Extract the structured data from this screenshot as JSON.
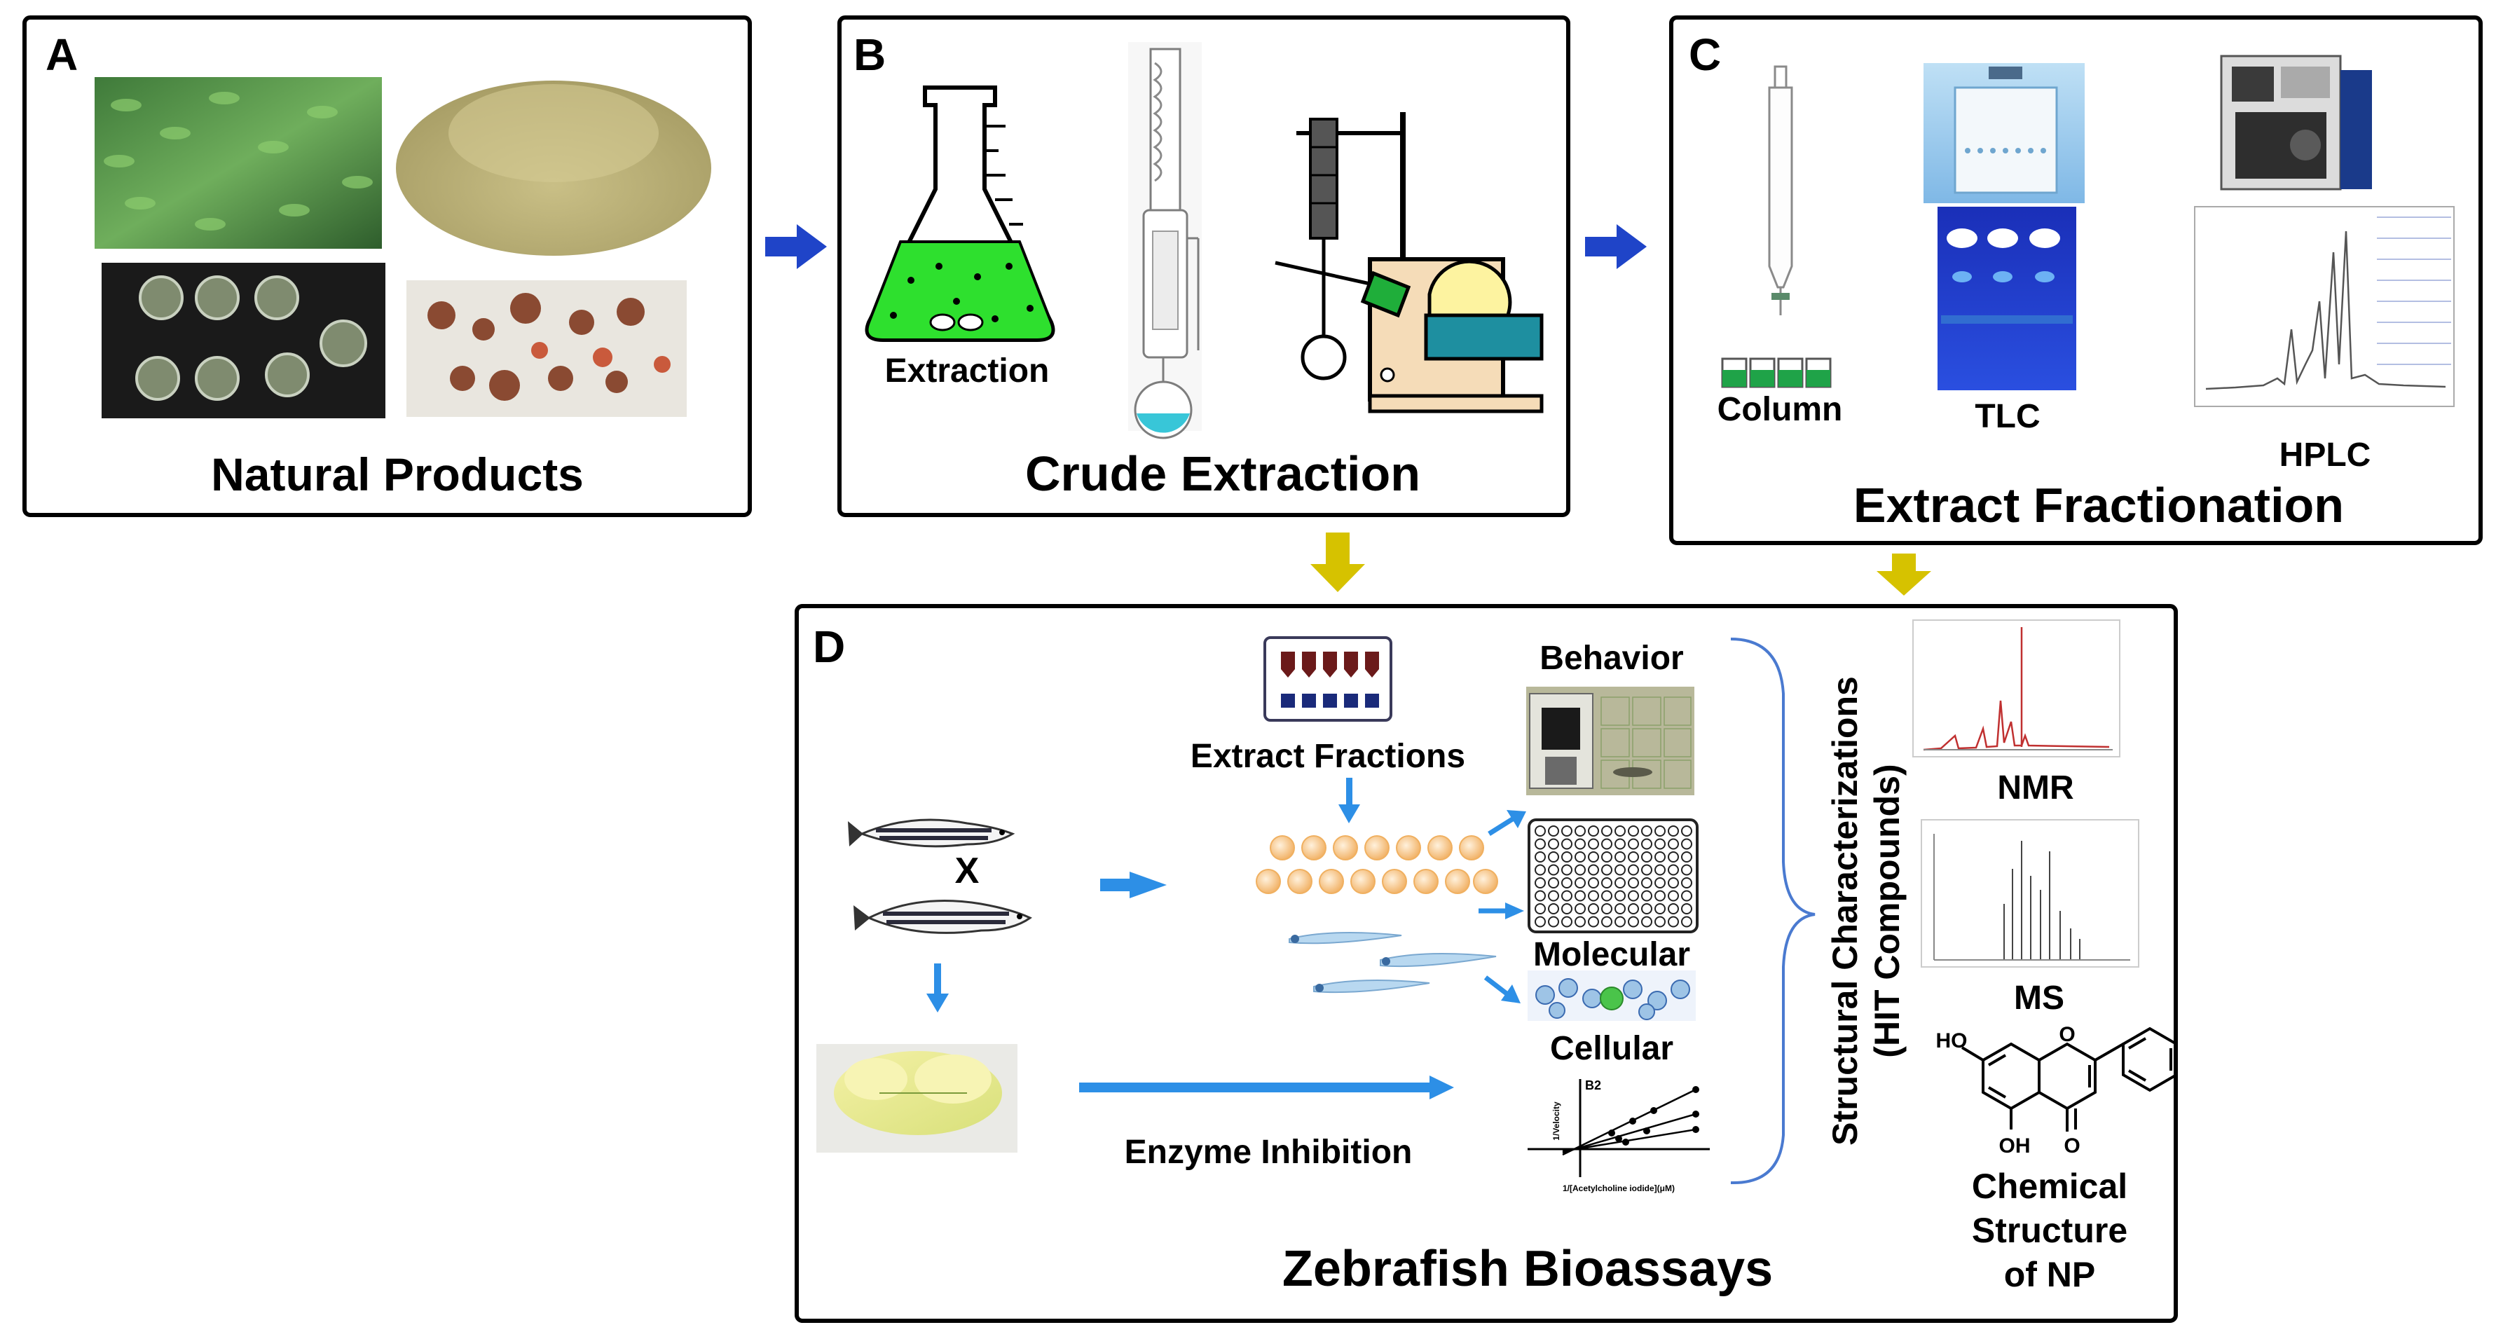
{
  "panels": {
    "a": {
      "letter": "A",
      "title": "Natural Products",
      "images": [
        "plant-leaves-photo",
        "herbal-powder-photo",
        "culture-plates-photo",
        "dried-material-photo"
      ]
    },
    "b": {
      "letter": "B",
      "title": "Crude Extraction",
      "flask_label": "Extraction",
      "images": [
        "erlenmeyer-flask-icon",
        "soxhlet-extractor-icon",
        "rotary-evaporator-icon"
      ]
    },
    "c": {
      "letter": "C",
      "title": "Extract Fractionation",
      "column_label": "Column",
      "tlc_label": "TLC",
      "hplc_label": "HPLC",
      "images": [
        "chromatography-column-icon",
        "tlc-chamber-photo",
        "tlc-plate-uv-photo",
        "hplc-instrument-photo",
        "hplc-chromatogram"
      ]
    },
    "d": {
      "letter": "D",
      "title": "Zebrafish Bioassays",
      "fractions_label": "Extract Fractions",
      "cross_label": "X",
      "behavior_label": "Behavior",
      "molecular_label": "Molecular",
      "cellular_label": "Cellular",
      "enzyme_label": "Enzyme Inhibition",
      "structural_line1": "Structural Characterizations",
      "structural_line2": "(HIT Compounds)",
      "nmr_label": "NMR",
      "ms_label": "MS",
      "chemical_line1": "Chemical",
      "chemical_line2": "Structure",
      "chemical_line3": "of NP",
      "ho_top": "HO",
      "oh_bottom": "OH",
      "o_ring": "O",
      "o_keto": "O",
      "plot_label": "B2",
      "plot_ylabel": "1/Velocity",
      "plot_xlabel": "1/[Acetylcholine iodide](μM)"
    }
  },
  "colors": {
    "flow_arrow_blue": "#1f44c8",
    "down_arrow_yellow": "#d6c200",
    "assay_arrow_blue": "#2d8fe6",
    "flask_green": "#2ee02e",
    "tlc_blue": "#1f3fd0"
  }
}
